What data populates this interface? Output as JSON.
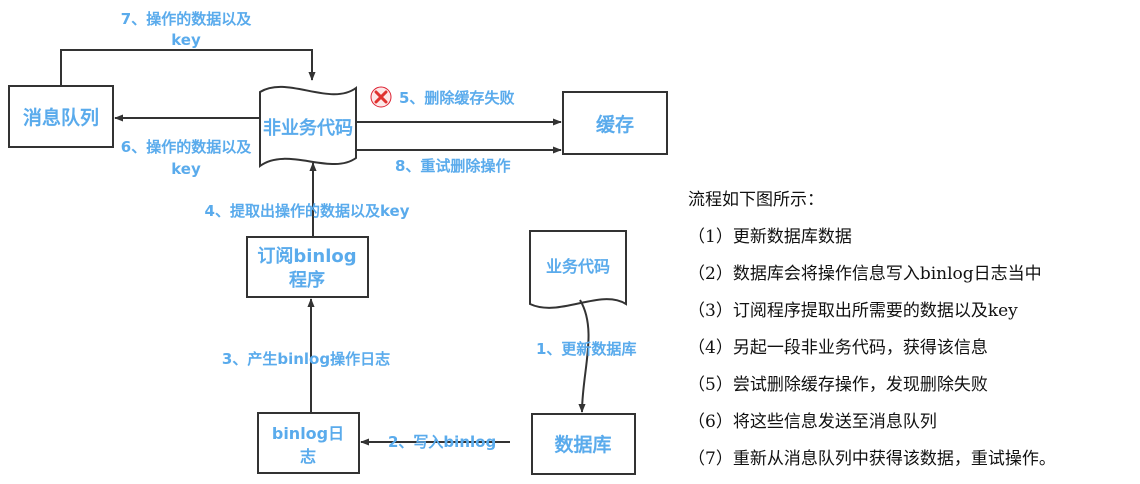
{
  "diagram": {
    "nodes": {
      "queue": "消息队列",
      "nonbiz": "非业务代码",
      "cache": "缓存",
      "subscriber_line1": "订阅binlog",
      "subscriber_line2": "程序",
      "biz": "业务代码",
      "binlog_line1": "binlog日",
      "binlog_line2": "志",
      "database": "数据库"
    },
    "edges": {
      "e7_line1": "7、操作的数据以及",
      "e7_line2": "key",
      "e6_line1": "6、操作的数据以及",
      "e6_line2": "key",
      "e5": "5、删除缓存失败",
      "e8": "8、重试删除操作",
      "e4": "4、提取出操作的数据以及key",
      "e3": "3、产生binlog操作日志",
      "e2": "2、写入binlog",
      "e1": "1、更新数据库"
    },
    "colors": {
      "stroke": "#333333",
      "text": "#5aabec",
      "fail_icon": "#e0322f"
    },
    "icons": [
      "fail-x-icon"
    ]
  },
  "steps": {
    "title": "流程如下图所示：",
    "items": [
      "（1）更新数据库数据",
      "（2）数据库会将操作信息写入binlog日志当中",
      "（3）订阅程序提取出所需要的数据以及key",
      "（4）另起一段非业务代码，获得该信息",
      "（5）尝试删除缓存操作，发现删除失败",
      "（6）将这些信息发送至消息队列",
      "（7）重新从消息队列中获得该数据，重试操作。"
    ]
  }
}
